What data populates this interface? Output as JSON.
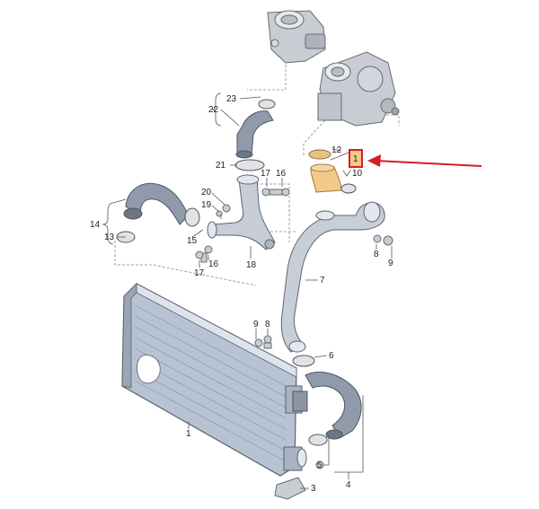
{
  "callouts": {
    "c1": "1",
    "c2": "1",
    "c3": "3",
    "c4": "4",
    "c5": "5",
    "c6": "6",
    "c7": "7",
    "c8a": "8",
    "c8b": "8",
    "c9a": "9",
    "c9b": "9",
    "c10": "10",
    "c12": "12",
    "c13": "13",
    "c14": "14",
    "c15": "15",
    "c16a": "16",
    "c16b": "16",
    "c17a": "17",
    "c17b": "17",
    "c18": "18",
    "c19": "19",
    "c20": "20",
    "c21": "21",
    "c22": "22",
    "c23": "23"
  },
  "colors": {
    "highlight_box": "#d21f26",
    "arrow": "#d21f26",
    "highlight_fill": "#f2c98a",
    "hose": "#8f9bab",
    "pipe": "#c7ced8"
  }
}
